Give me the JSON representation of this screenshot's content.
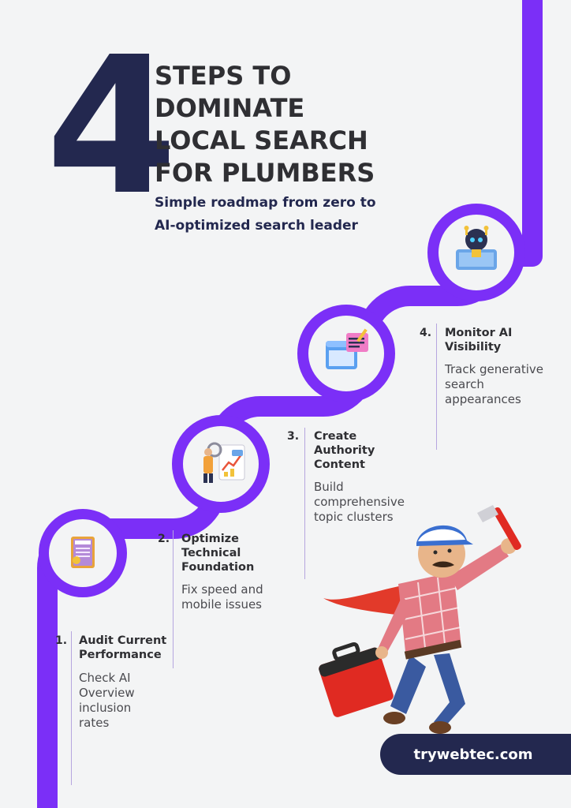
{
  "header": {
    "big_number": "4",
    "title_lines": [
      "STEPS TO",
      "DOMINATE",
      "LOCAL SEARCH",
      "FOR PLUMBERS"
    ],
    "subtitle_lines": [
      "Simple roadmap from zero to",
      "AI-optimized search leader"
    ]
  },
  "steps": [
    {
      "number": "1.",
      "title_lines": [
        "Audit Current",
        "Performance"
      ],
      "desc_lines": [
        "Check AI",
        "Overview",
        "inclusion",
        "rates"
      ],
      "icon": "audit-document-icon"
    },
    {
      "number": "2.",
      "title_lines": [
        "Optimize",
        "Technical",
        "Foundation"
      ],
      "desc_lines": [
        "Fix speed and",
        "mobile issues"
      ],
      "icon": "technical-analytics-icon"
    },
    {
      "number": "3.",
      "title_lines": [
        "Create",
        "Authority",
        "Content"
      ],
      "desc_lines": [
        "Build",
        "comprehensive",
        "topic clusters"
      ],
      "icon": "content-window-icon"
    },
    {
      "number": "4.",
      "title_lines": [
        "Monitor AI",
        "Visibility"
      ],
      "desc_lines": [
        "Track generative",
        "search",
        "appearances"
      ],
      "icon": "ai-robot-icon"
    }
  ],
  "footer": {
    "url": "trywebtec.com"
  },
  "colors": {
    "accent": "#7b2ff7",
    "navy": "#23284f",
    "background": "#f3f4f5",
    "text": "#2f2f33"
  },
  "illustration": {
    "icon": "plumber-superhero-icon"
  }
}
